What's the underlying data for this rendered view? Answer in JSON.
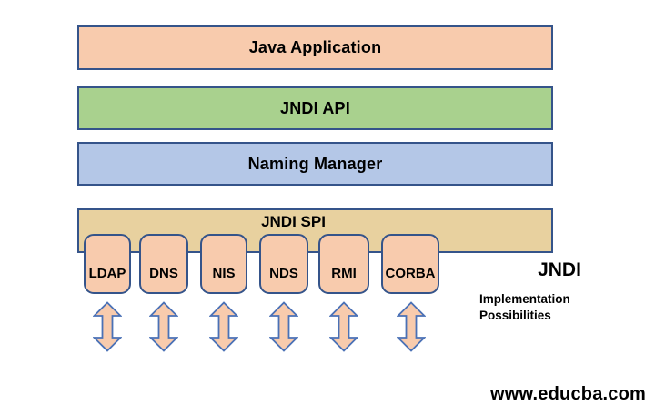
{
  "diagram": {
    "layers": {
      "java_application": "Java Application",
      "jndi_api": "JNDI API",
      "naming_manager": "Naming Manager",
      "jndi_spi": "JNDI SPI"
    },
    "providers": [
      "LDAP",
      "DNS",
      "NIS",
      "NDS",
      "RMI",
      "CORBA"
    ],
    "side_note": {
      "title": "JNDI",
      "lines": [
        "Implementation",
        "Possibilities"
      ]
    },
    "watermark": "www.educba.com",
    "colors": {
      "layer_java_fill": "#F8CBAD",
      "layer_api_fill": "#A9D18E",
      "layer_naming_fill": "#B4C7E7",
      "layer_spi_fill": "#E8D19F",
      "provider_fill": "#F8CBAD",
      "box_border": "#35548A",
      "arrow_fill": "#F8CBAD",
      "arrow_border": "#4A71B6",
      "text": "#000000",
      "background": "#FFFFFF"
    }
  }
}
